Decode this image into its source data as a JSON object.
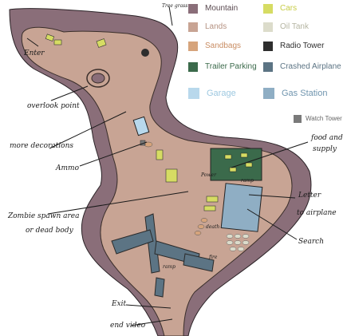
{
  "legend": {
    "items": [
      {
        "label": "Mountain",
        "color": "#8a6e79",
        "text_color": "#5a4a50"
      },
      {
        "label": "Cars",
        "color": "#d6dc63",
        "text_color": "#c7cc45"
      },
      {
        "label": "Lands",
        "color": "#c8a494",
        "text_color": "#b59282"
      },
      {
        "label": "Oil Tank",
        "color": "#dcdccb",
        "text_color": "#b5b5a2"
      },
      {
        "label": "Sandbags",
        "color": "#d6a47c",
        "text_color": "#c98d63"
      },
      {
        "label": "Radio Tower",
        "color": "#2e2e2e",
        "text_color": "#2e2e2e"
      },
      {
        "label": "Trailer Parking",
        "color": "#3b6a4b",
        "text_color": "#3b6a4b"
      },
      {
        "label": "Crashed Airplane",
        "color": "#5c7484",
        "text_color": "#5c7484"
      },
      {
        "label": "Garage",
        "color": "#b8d8ec",
        "text_color": "#9dc8e0"
      },
      {
        "label": "Gas Station",
        "color": "#8faec4",
        "text_color": "#6f94ae"
      },
      {
        "label": "Watch Tower",
        "color": "#7a7a7a",
        "text_color": "#666666"
      }
    ]
  },
  "annotations": {
    "enter": "Enter",
    "tree_grass": "Tree grass",
    "overlook_point": "overlook point",
    "more_decorations": "more decorations",
    "ammo": "Ammo",
    "food_and": "food and",
    "supply": "supply",
    "zombie_spawn_area": "Zombie spawn area",
    "or_dead_body": "or dead body",
    "letter": "Letter",
    "to_airplane": "to airplane",
    "search": "Search",
    "exit": "Exit",
    "end_video": "end video",
    "power": "Power",
    "death": "death",
    "ramp_upper": "ramp",
    "ramp_lower": "ramp",
    "fire": "fire"
  }
}
